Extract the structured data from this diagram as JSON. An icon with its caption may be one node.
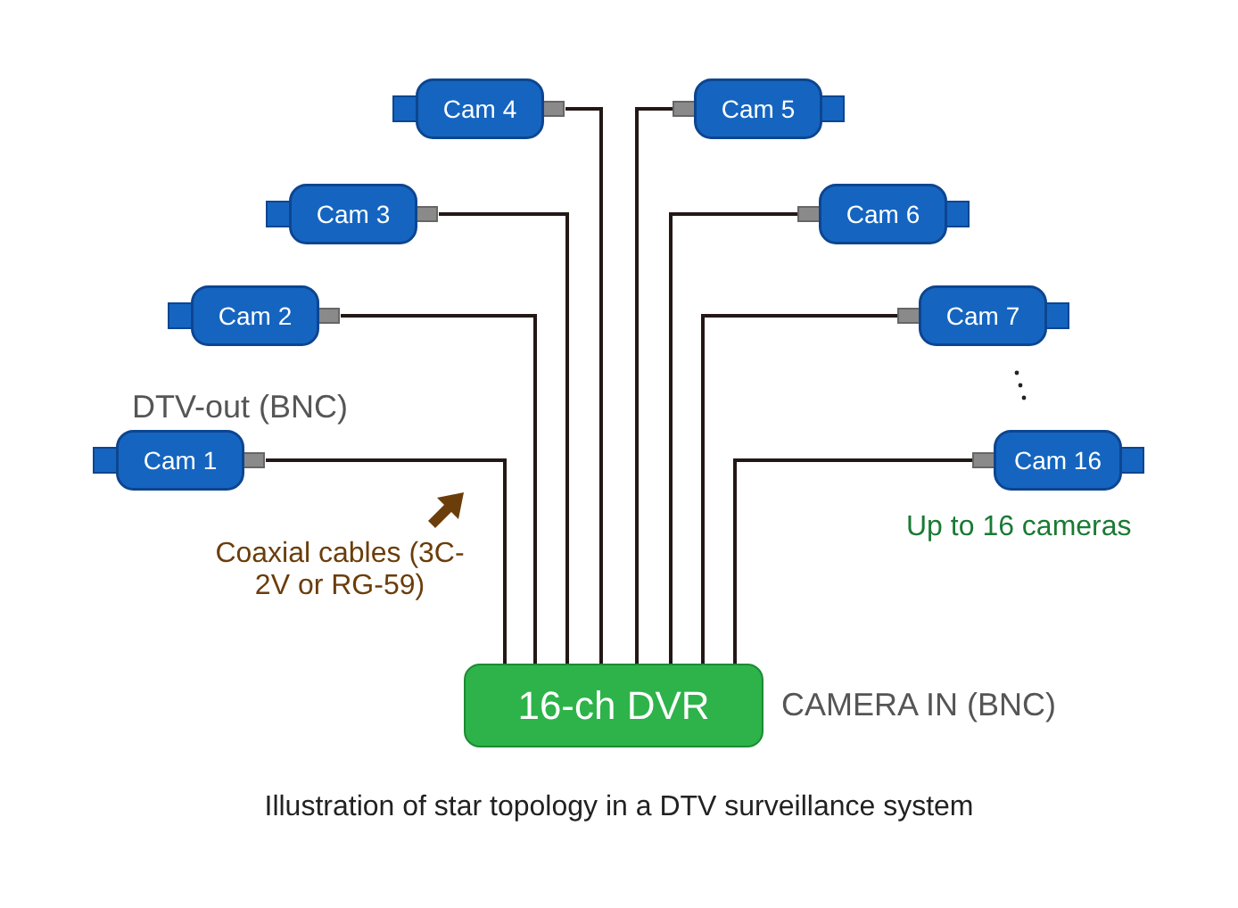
{
  "diagram": {
    "caption": "Illustration of star topology in a DTV surveillance system",
    "nodes": [
      {
        "text": [
          "Cam 4"
        ]
      },
      {
        "text": [
          "Cam 5"
        ]
      },
      {
        "text": [
          "Cam 3"
        ]
      },
      {
        "text": [
          "Cam 6"
        ]
      },
      {
        "text": [
          "Cam 2"
        ]
      },
      {
        "text": [
          "Cam 7"
        ]
      },
      {
        "text": [
          "Cam 1"
        ]
      },
      {
        "text": [
          "Cam 16"
        ]
      },
      {
        "text": [
          "16-ch DVR"
        ],
        "beside": [
          "CAMERA IN (BNC)"
        ]
      }
    ],
    "edges": [
      {
        "from": 6,
        "to": 8,
        "arrow": "none"
      },
      {
        "from": 4,
        "to": 8,
        "arrow": "none"
      },
      {
        "from": 2,
        "to": 8,
        "arrow": "none"
      },
      {
        "from": 0,
        "to": 8,
        "arrow": "none"
      },
      {
        "from": 1,
        "to": 8,
        "arrow": "none"
      },
      {
        "from": 3,
        "to": 8,
        "arrow": "none"
      },
      {
        "from": 5,
        "to": 8,
        "arrow": "none"
      },
      {
        "from": 7,
        "to": 8,
        "arrow": "none"
      }
    ],
    "labels": [
      "DTV-out (BNC)",
      "Coaxial cables (3C-2V or RG-59)",
      "Up to 16 cameras"
    ]
  }
}
